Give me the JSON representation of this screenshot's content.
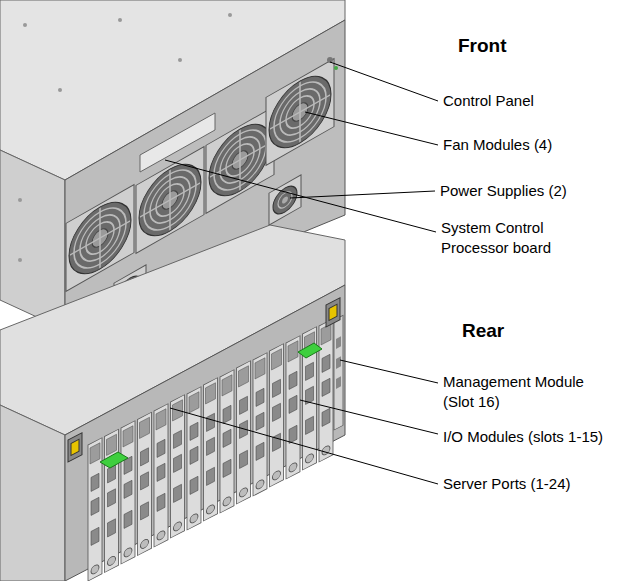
{
  "diagram": {
    "labels": [
      "Front",
      "Control Panel",
      "Fan Modules (4)",
      "Power Supplies (2)",
      "System Control Processor board",
      "Rear",
      "Management Module (Slot 16)",
      "I/O Modules (slots 1-15)",
      "Server Ports (1-24)"
    ]
  }
}
